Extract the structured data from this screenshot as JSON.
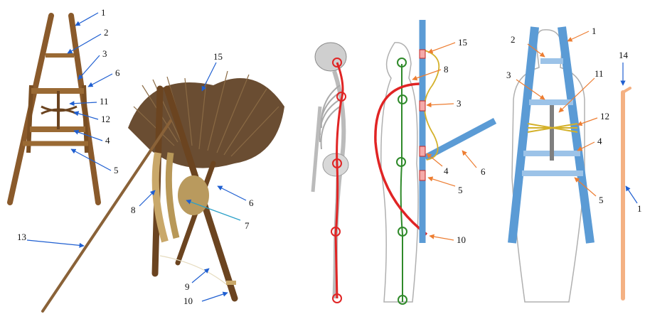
{
  "colors": {
    "wood": "#9a6a34",
    "wood_dark": "#5e3a17",
    "straw": "#c9a86a",
    "skeleton_line": "#e02424",
    "joint_line": "#2f8a2a",
    "frame_blue": "#5b9bd5",
    "frame_light": "#9cc3e8",
    "rope_yellow": "#d4b12a",
    "pole_peach": "#f4b183",
    "arrow_blue": "#1f5fd1",
    "arrow_orange": "#ed7d31"
  },
  "panels": {
    "photo_frame": {
      "labels": [
        "1",
        "2",
        "3",
        "6",
        "11",
        "12",
        "4",
        "5"
      ]
    },
    "photo_carrier": {
      "labels": [
        "15",
        "8",
        "7",
        "6",
        "13",
        "9",
        "10"
      ]
    },
    "side_view": {
      "labels": [
        "15",
        "8",
        "3",
        "4",
        "6",
        "5",
        "10"
      ]
    },
    "back_view": {
      "labels": [
        "2",
        "1",
        "3",
        "11",
        "12",
        "4",
        "5",
        "14",
        "1"
      ]
    }
  }
}
